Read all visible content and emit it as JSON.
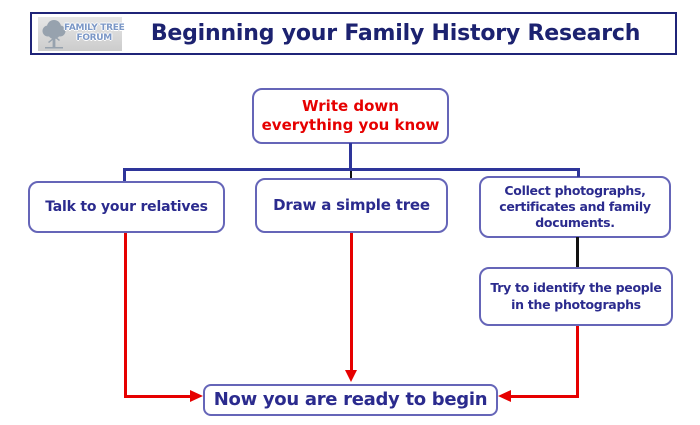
{
  "header": {
    "title": "Beginning your Family History Research",
    "logo": {
      "line1": "FAMILY TREE",
      "line2": "FORUM"
    }
  },
  "flowchart": {
    "start": "Write down\neverything you know",
    "talk": "Talk to your relatives",
    "draw": "Draw a simple tree",
    "collect": "Collect photographs,\ncertificates and family\ndocuments.",
    "identify": "Try to identify the people\nin the photographs",
    "ready": "Now you are ready to begin"
  },
  "colors": {
    "header_border": "#1f2478",
    "title_text": "#1c2270",
    "node_border": "#6565b8",
    "node_text": "#2b2b8e",
    "start_text_red": "#e60000",
    "connector_navy": "#2e359a",
    "connector_black": "#111111",
    "connector_red": "#e60000",
    "logo_bg": "#d6d6d6",
    "logo_text": "#7b97c6",
    "logo_tree": "#97a2ae"
  }
}
